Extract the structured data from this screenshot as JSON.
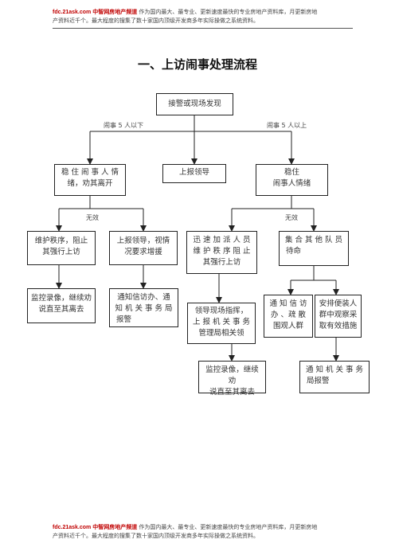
{
  "header": {
    "brand": "fdc.21ask.com  中智网房地产频道",
    "text_line1": " 作为国内最大、最专业、更新速度最快的专业房地产资料库，月更新房地",
    "text_line2": "产资料近千个。最大程度的搜集了数十家国内顶级开发商多年实际操做之系统资料。"
  },
  "footer": {
    "brand": "fdc.21ask.com  中智网房地产频道",
    "text_line1": " 作为国内最大、最专业、更新速度最快的专业房地产资料库，月更新房地",
    "text_line2": "产资料近千个。最大程度的搜集了数十家国内顶级开发商多年实际操做之系统资料。"
  },
  "title": "一、上访闹事处理流程",
  "labels": {
    "under5": "闹事 5 人以下",
    "over5": "闹事 5 人以上",
    "invalid_left": "无效",
    "invalid_right": "无效"
  },
  "nodes": {
    "start": [
      "接警或现场发现"
    ],
    "stabilize_small": [
      "稳 住 闹 事 人 情",
      "绪，劝其离开"
    ],
    "report_leader": [
      "上报领导"
    ],
    "stabilize_large": [
      "稳住",
      "闹事人情绪"
    ],
    "maintain_order": [
      "维护秩序，阻止",
      "其强行上访"
    ],
    "report_more": [
      "上报领导，视情",
      "况要求增援"
    ],
    "dispatch_staff": [
      "迅 速 加 派 人 员",
      "维 护 秩 序 阻 止",
      "其强行上访"
    ],
    "gather_staff": [
      "集 合 其 他 队 员",
      "待命"
    ],
    "monitor_left": [
      "监控录像，继续劝",
      "说直至其离去"
    ],
    "notify_petition": [
      "通知信访办、通",
      "知 机 关 事 务 局",
      "报警"
    ],
    "leader_direct": [
      "领导现场指挥，",
      "上 报 机 关 事 务",
      "管理局相关领"
    ],
    "notify_disperse": [
      "通 知 信 访",
      "办 、疏 散",
      "围观人群"
    ],
    "plainclothes": [
      "安排便装人",
      "群中观察采",
      "取有效措施"
    ],
    "monitor_right": [
      "监控录像，继续劝",
      "说直至其离去"
    ],
    "notify_police": [
      "通 知 机 关 事 务",
      "局报警"
    ]
  }
}
